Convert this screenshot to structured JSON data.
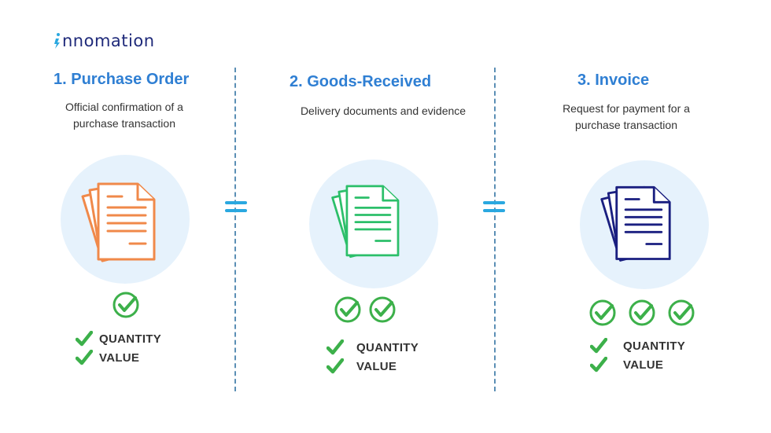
{
  "brand": {
    "name": "nnomation",
    "prefix_icon": "lightning-bolt-i-icon"
  },
  "colors": {
    "title": "#2f7fd3",
    "po": "#f0894a",
    "gr": "#2cbf6a",
    "inv": "#1a1f80",
    "check": "#3cb04a"
  },
  "columns": [
    {
      "title": "1. Purchase Order",
      "desc_line1": "Official confirmation of a",
      "desc_line2": "purchase transaction",
      "icon": "orange-document-stack-icon",
      "checks": 1,
      "labels": [
        "QUANTITY",
        "VALUE"
      ]
    },
    {
      "title": "2. Goods-Received",
      "desc_line1": "Delivery documents and evidence",
      "desc_line2": "",
      "icon": "green-document-stack-icon",
      "checks": 2,
      "labels": [
        "QUANTITY",
        "VALUE"
      ]
    },
    {
      "title": "3. Invoice",
      "desc_line1": "Request for payment for a",
      "desc_line2": "purchase transaction",
      "icon": "navy-document-stack-icon",
      "checks": 3,
      "labels": [
        "QUANTITY",
        "VALUE"
      ]
    }
  ]
}
